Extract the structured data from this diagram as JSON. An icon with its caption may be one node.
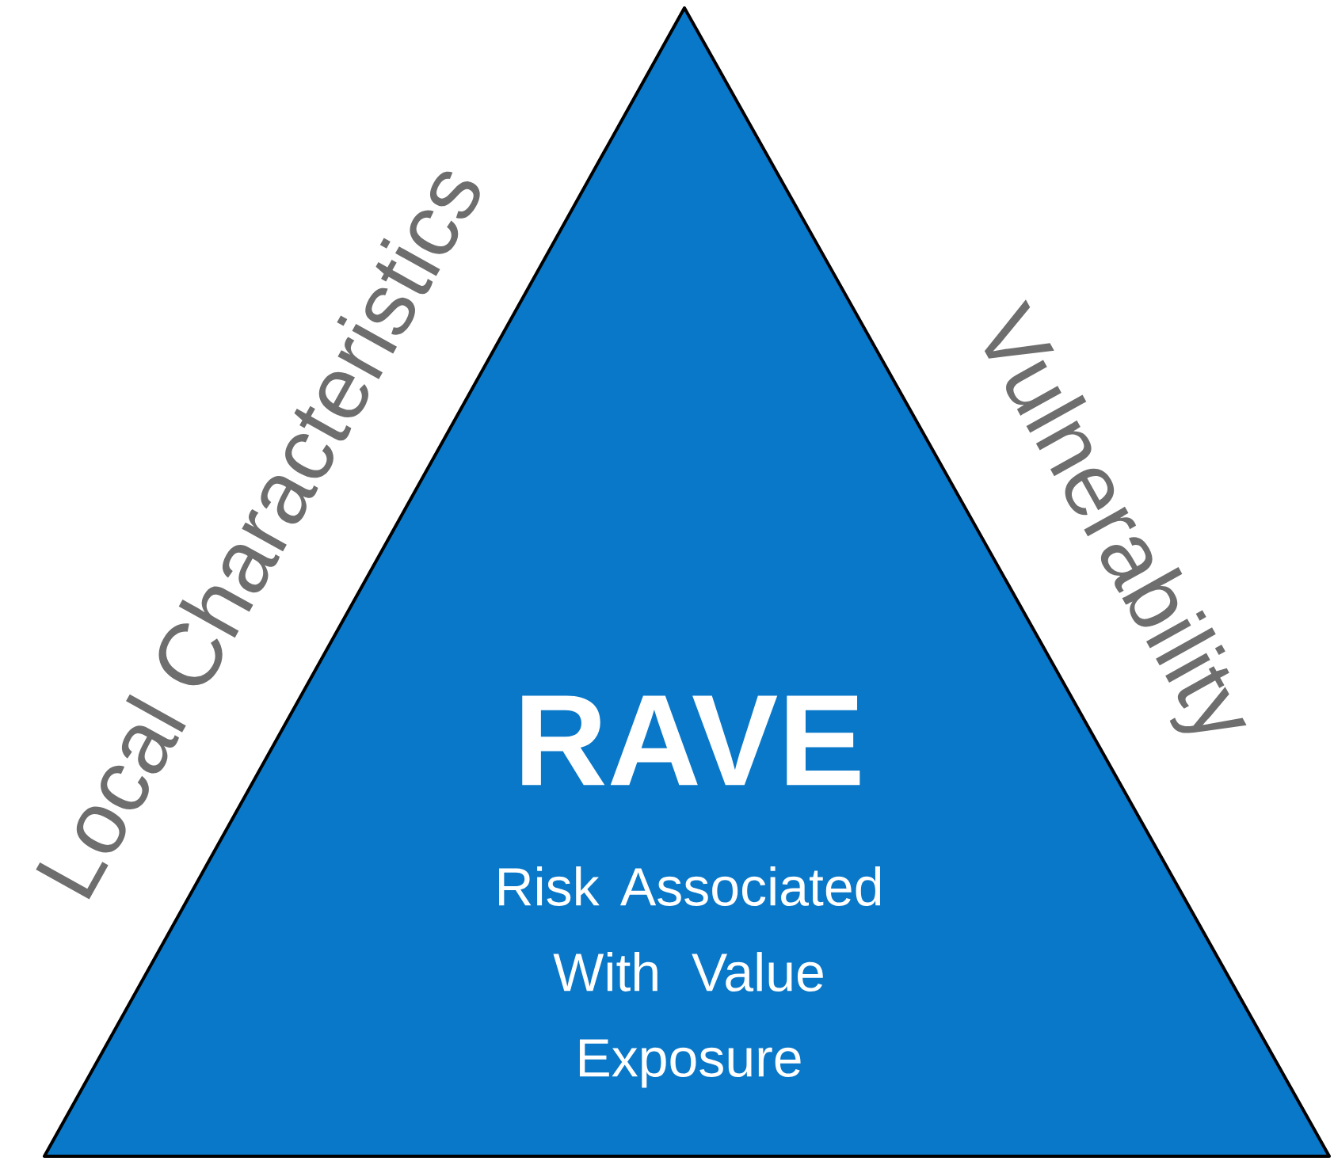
{
  "diagram": {
    "nodes": [
      {
        "text": [
          "RAVE",
          "Risk Associated With Value Exposure"
        ]
      }
    ],
    "labels": [
      "Local Characteristics",
      "Vulnerability"
    ]
  }
}
